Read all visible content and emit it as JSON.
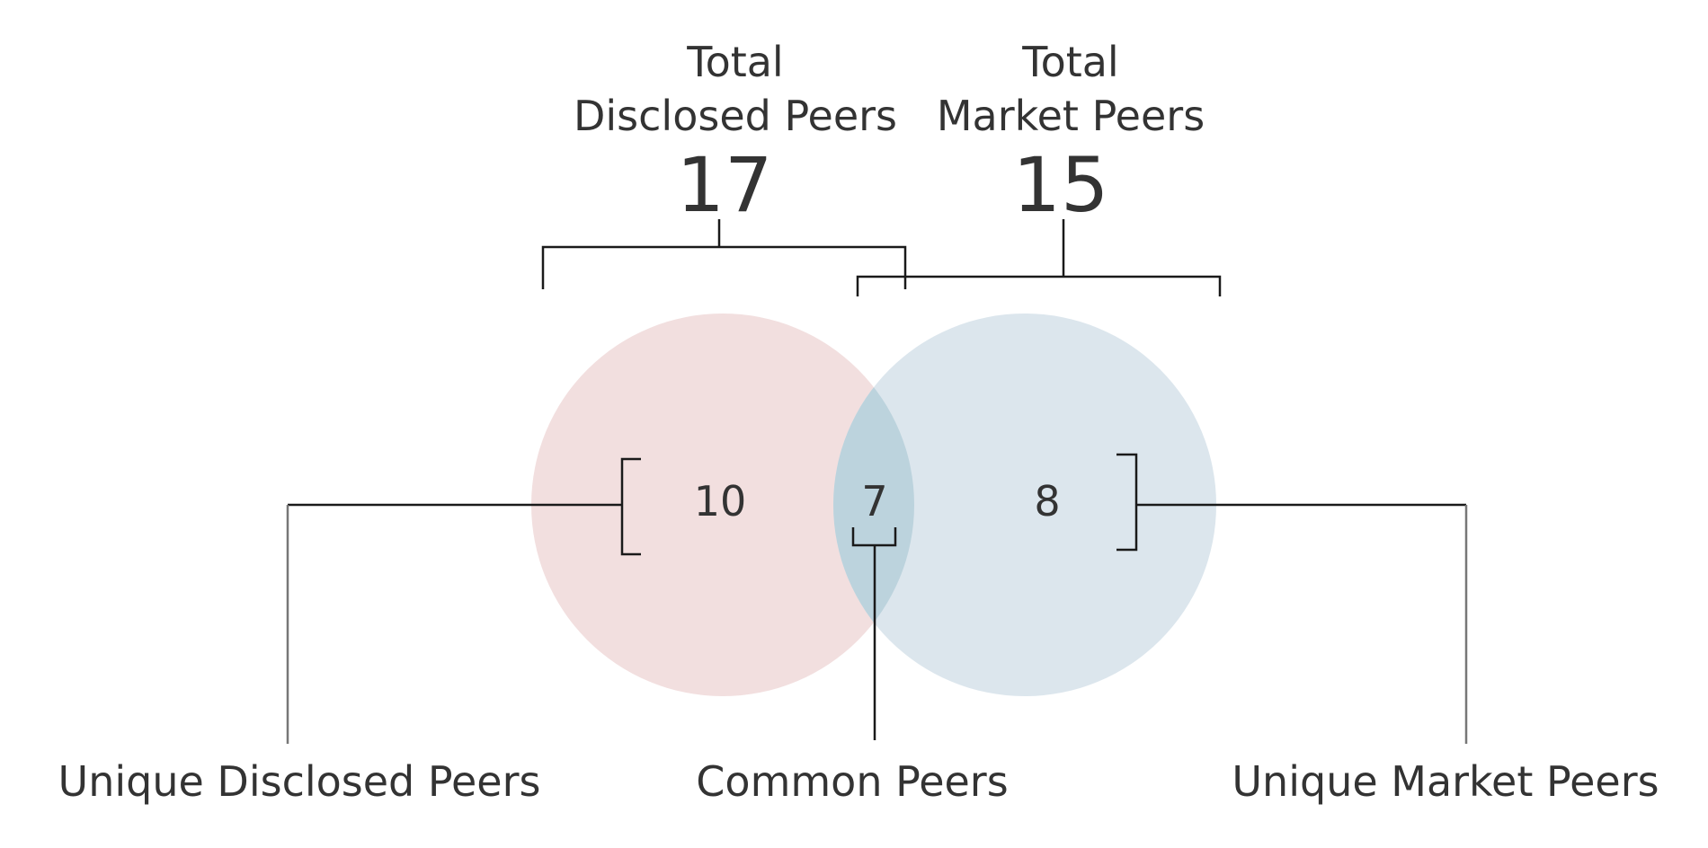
{
  "sets": {
    "disclosed": {
      "heading_line1": "Total",
      "heading_line2": "Disclosed Peers",
      "total": "17",
      "unique": "10",
      "unique_label": "Unique Disclosed Peers",
      "color": "#f2dfdf"
    },
    "market": {
      "heading_line1": "Total",
      "heading_line2": "Market Peers",
      "total": "15",
      "unique": "8",
      "unique_label": "Unique Market Peers",
      "color": "#dce6ed"
    },
    "common": {
      "count": "7",
      "label": "Common Peers",
      "color": "#bcd3dd"
    }
  },
  "colors": {
    "text": "#333333",
    "line": "#1a1a1a"
  }
}
